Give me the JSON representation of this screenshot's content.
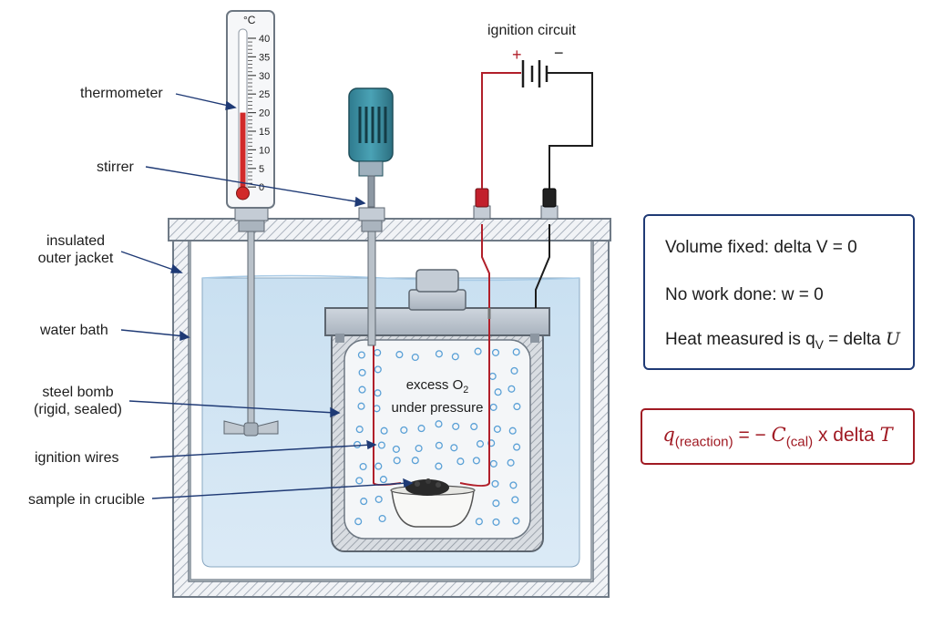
{
  "labels": {
    "thermometer": "thermometer",
    "stirrer": "stirrer",
    "jacket_line1": "insulated",
    "jacket_line2": "outer jacket",
    "water_bath": "water bath",
    "bomb_line1": "steel bomb",
    "bomb_line2": "(rigid, sealed)",
    "ignition_wires": "ignition wires",
    "sample": "sample in crucible",
    "ignition_circuit": "ignition circuit",
    "oxygen_line1_pre": "excess O",
    "oxygen_line1_sub": "2",
    "oxygen_line2": "under pressure",
    "plus": "+",
    "minus": "−",
    "thermo_unit": "°C"
  },
  "thermometer_scale": [
    "40",
    "35",
    "30",
    "25",
    "20",
    "15",
    "10",
    "5",
    "0"
  ],
  "thermometer_reading": 20,
  "info_box": {
    "line1": "Volume fixed: delta V = 0",
    "line2": "No work done: w = 0",
    "line3_pre": "Heat measured is q",
    "line3_sub": "V",
    "line3_mid": " = delta ",
    "line3_var": "U"
  },
  "formula_box": {
    "q": "q",
    "q_sub": "(reaction)",
    "eq": " = − ",
    "c": "C",
    "c_sub": "(cal)",
    "rest": " x delta ",
    "t": "T"
  },
  "colors": {
    "water": "#cfe4f3",
    "steel": "#bcc6d0",
    "accent_blue": "#1f3a75",
    "accent_red": "#a01a23",
    "motor": "#3d8fa3"
  }
}
